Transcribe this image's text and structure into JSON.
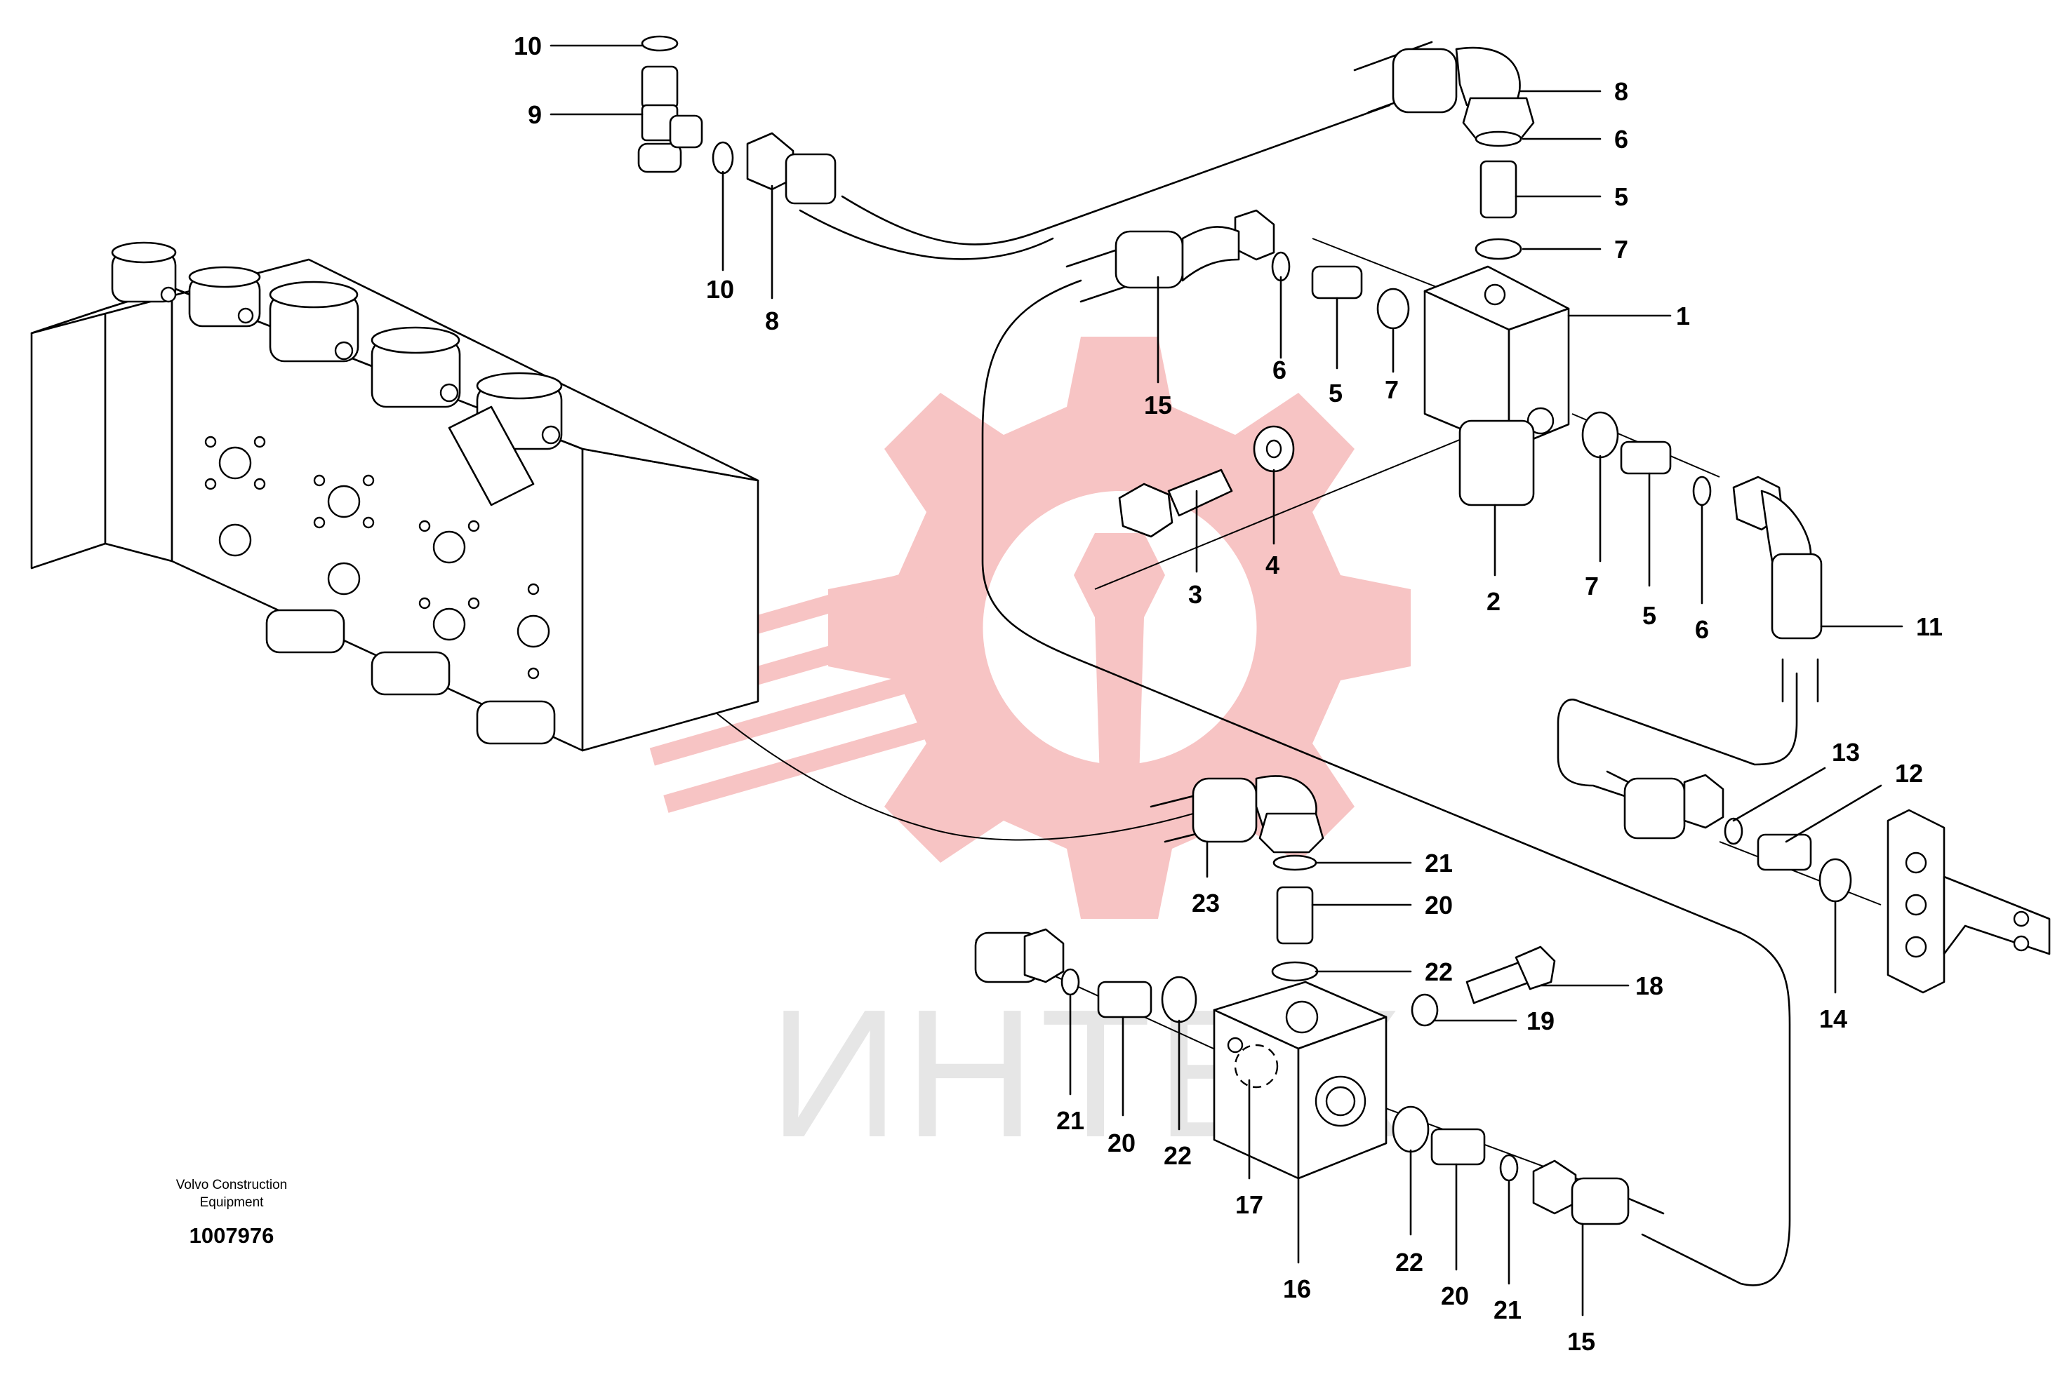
{
  "footer": {
    "manufacturer_line1": "Volvo Construction",
    "manufacturer_line2": "Equipment",
    "document_number": "1007976"
  },
  "watermark": {
    "text": "ИНТЕХ",
    "color": "#f5b0b0",
    "icon": "gear-wrench-logo-icon"
  },
  "callouts": [
    "10",
    "9",
    "10",
    "8",
    "8",
    "6",
    "5",
    "7",
    "1",
    "15",
    "6",
    "5",
    "7",
    "3",
    "4",
    "2",
    "7",
    "5",
    "6",
    "11",
    "13",
    "12",
    "14",
    "21",
    "20",
    "23",
    "22",
    "18",
    "19",
    "21",
    "20",
    "22",
    "17",
    "16",
    "22",
    "20",
    "21",
    "15"
  ]
}
